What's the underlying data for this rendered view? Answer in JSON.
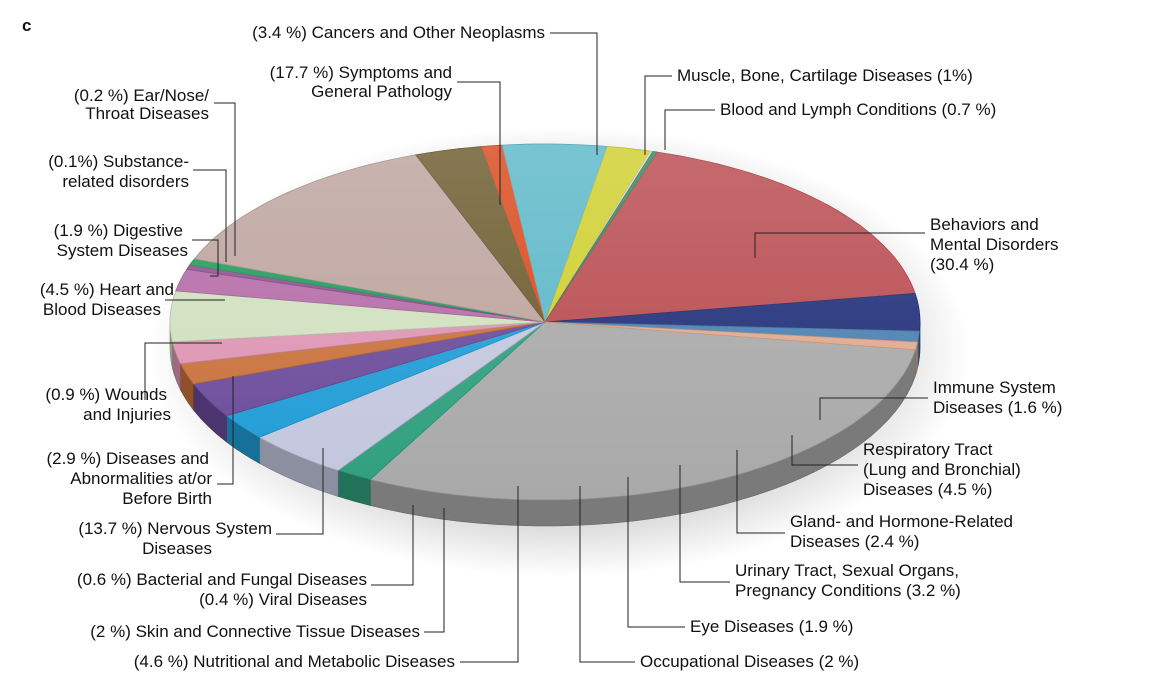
{
  "panel_label": "c",
  "chart_data": {
    "type": "pie",
    "title": "",
    "slices": [
      {
        "name": "Behaviors and Mental Disorders",
        "value": 30.4,
        "color": "#a9a9a9",
        "label_lines": [
          "Behaviors and",
          "Mental Disorders",
          "(30.4 %)"
        ]
      },
      {
        "name": "Immune System Diseases",
        "value": 1.6,
        "color": "#2f9f7d",
        "label_lines": [
          "Immune System",
          "Diseases (1.6 %)"
        ]
      },
      {
        "name": "Respiratory Tract (Lung and Bronchial) Diseases",
        "value": 4.5,
        "color": "#c3c7de",
        "label_lines": [
          "Respiratory Tract",
          "(Lung and Bronchial)",
          "Diseases (4.5 %)"
        ]
      },
      {
        "name": "Gland- and Hormone-Related Diseases",
        "value": 2.4,
        "color": "#1f9cd6",
        "label_lines": [
          "Gland- and Hormone-Related",
          "Diseases (2.4 %)"
        ]
      },
      {
        "name": "Urinary Tract, Sexual Organs, Pregnancy Conditions",
        "value": 3.2,
        "color": "#6a4a9a",
        "label_lines": [
          "Urinary Tract, Sexual Organs,",
          "Pregnancy Conditions (3.2 %)"
        ]
      },
      {
        "name": "Eye Diseases",
        "value": 1.9,
        "color": "#c8703a",
        "label_lines": [
          "Eye Diseases (1.9 %)"
        ]
      },
      {
        "name": "Occupational Diseases",
        "value": 2.0,
        "color": "#dd93b2",
        "label_lines": [
          "Occupational Diseases (2 %)"
        ]
      },
      {
        "name": "Nutritional and Metabolic Diseases",
        "value": 4.6,
        "color": "#cfe0be",
        "label_lines": [
          "(4.6 %) Nutritional and Metabolic Diseases"
        ]
      },
      {
        "name": "Skin and Connective Tissue Diseases",
        "value": 2.0,
        "color": "#b46aa6",
        "label_lines": [
          "(2 %) Skin and Connective Tissue Diseases"
        ]
      },
      {
        "name": "Viral Diseases",
        "value": 0.4,
        "color": "#8e4d8e",
        "label_lines": [
          "(0.4 %) Viral Diseases"
        ]
      },
      {
        "name": "Bacterial and Fungal Diseases",
        "value": 0.6,
        "color": "#1e9a58",
        "label_lines": [
          "(0.6 %) Bacterial and Fungal Diseases"
        ]
      },
      {
        "name": "Nervous System Diseases",
        "value": 13.7,
        "color": "#bda39d",
        "label_lines": [
          "(13.7 %) Nervous System",
          "Diseases"
        ]
      },
      {
        "name": "Diseases and Abnormalities at/or Before Birth",
        "value": 2.9,
        "color": "#6b5a2c",
        "label_lines": [
          "(2.9 %) Diseases and",
          "Abnormalities at/or",
          "Before Birth"
        ]
      },
      {
        "name": "Wounds and Injuries",
        "value": 0.9,
        "color": "#d8491d",
        "label_lines": [
          "(0.9 %) Wounds",
          "and Injuries"
        ]
      },
      {
        "name": "Heart and Blood Diseases",
        "value": 4.5,
        "color": "#5bb7c8",
        "label_lines": [
          "(4.5 %) Heart and",
          "Blood Diseases"
        ]
      },
      {
        "name": "Digestive System Diseases",
        "value": 1.9,
        "color": "#cfcf2e",
        "label_lines": [
          "(1.9 %) Digestive",
          "System Diseases"
        ]
      },
      {
        "name": "Substance-related disorders",
        "value": 0.1,
        "color": "#e7d6e4",
        "label_lines": [
          "(0.1%) Substance-",
          "related disorders"
        ]
      },
      {
        "name": "Ear/Nose/Throat Diseases",
        "value": 0.2,
        "color": "#2e8b57",
        "label_lines": [
          "(0.2 %) Ear/Nose/",
          "Throat Diseases"
        ]
      },
      {
        "name": "Symptoms and General Pathology",
        "value": 17.7,
        "color": "#b84a4f",
        "label_lines": [
          "(17.7 %) Symptoms and",
          "General Pathology"
        ]
      },
      {
        "name": "Cancers and Other Neoplasms",
        "value": 3.4,
        "color": "#1f2e78",
        "label_lines": [
          "(3.4 %) Cancers and Other Neoplasms"
        ]
      },
      {
        "name": "Muscle, Bone, Cartilage Diseases",
        "value": 1.0,
        "color": "#4a7fb0",
        "label_lines": [
          "Muscle, Bone, Cartilage Diseases (1%)"
        ]
      },
      {
        "name": "Blood and Lymph Conditions",
        "value": 0.7,
        "color": "#e1a98e",
        "label_lines": [
          "Blood and Lymph Conditions (0.7 %)"
        ]
      }
    ]
  }
}
